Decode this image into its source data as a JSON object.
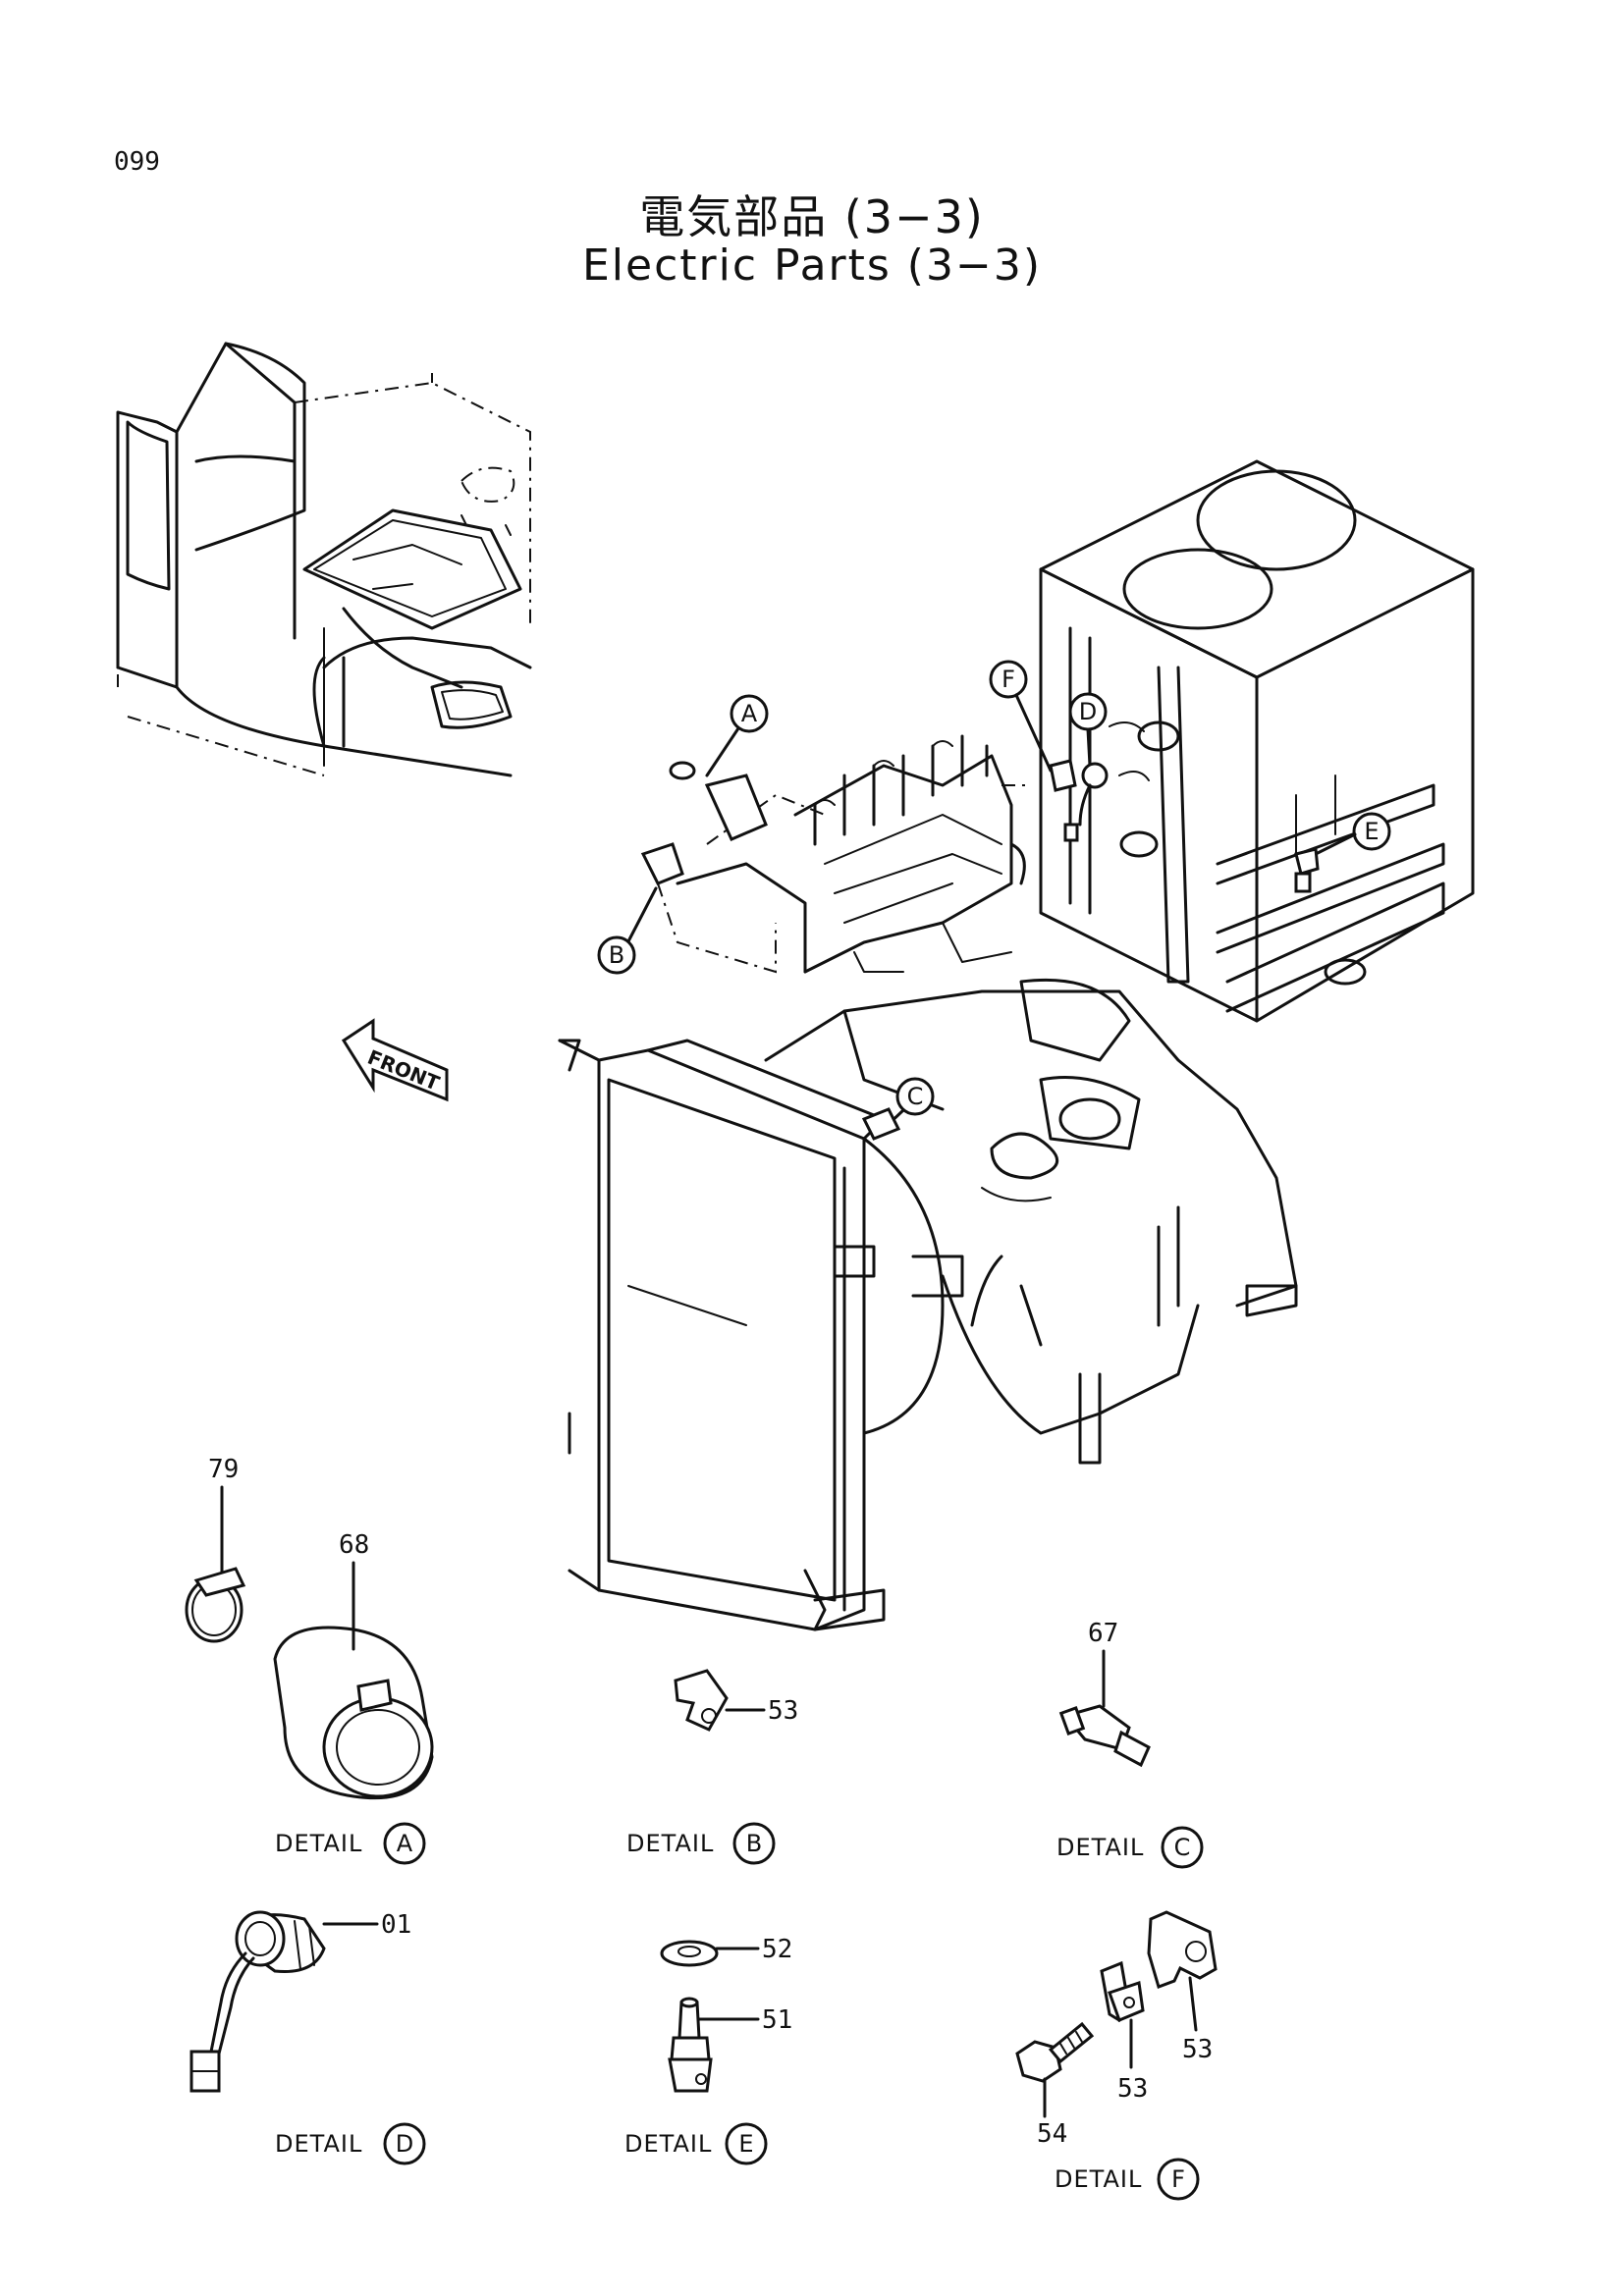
{
  "page_number": "099",
  "title_jp": "電気部品 (3−3)",
  "title_en": "Electric Parts (3−3)",
  "front_label": "FRONT",
  "callouts": {
    "A": "A",
    "B": "B",
    "C": "C",
    "D": "D",
    "E": "E",
    "F": "F"
  },
  "detail_word": "DETAIL",
  "part_numbers": {
    "p79": "79",
    "p68": "68",
    "p53b": "53",
    "p67": "67",
    "p01": "01",
    "p52": "52",
    "p51": "51",
    "p54": "54",
    "p53f1": "53",
    "p53f2": "53"
  }
}
